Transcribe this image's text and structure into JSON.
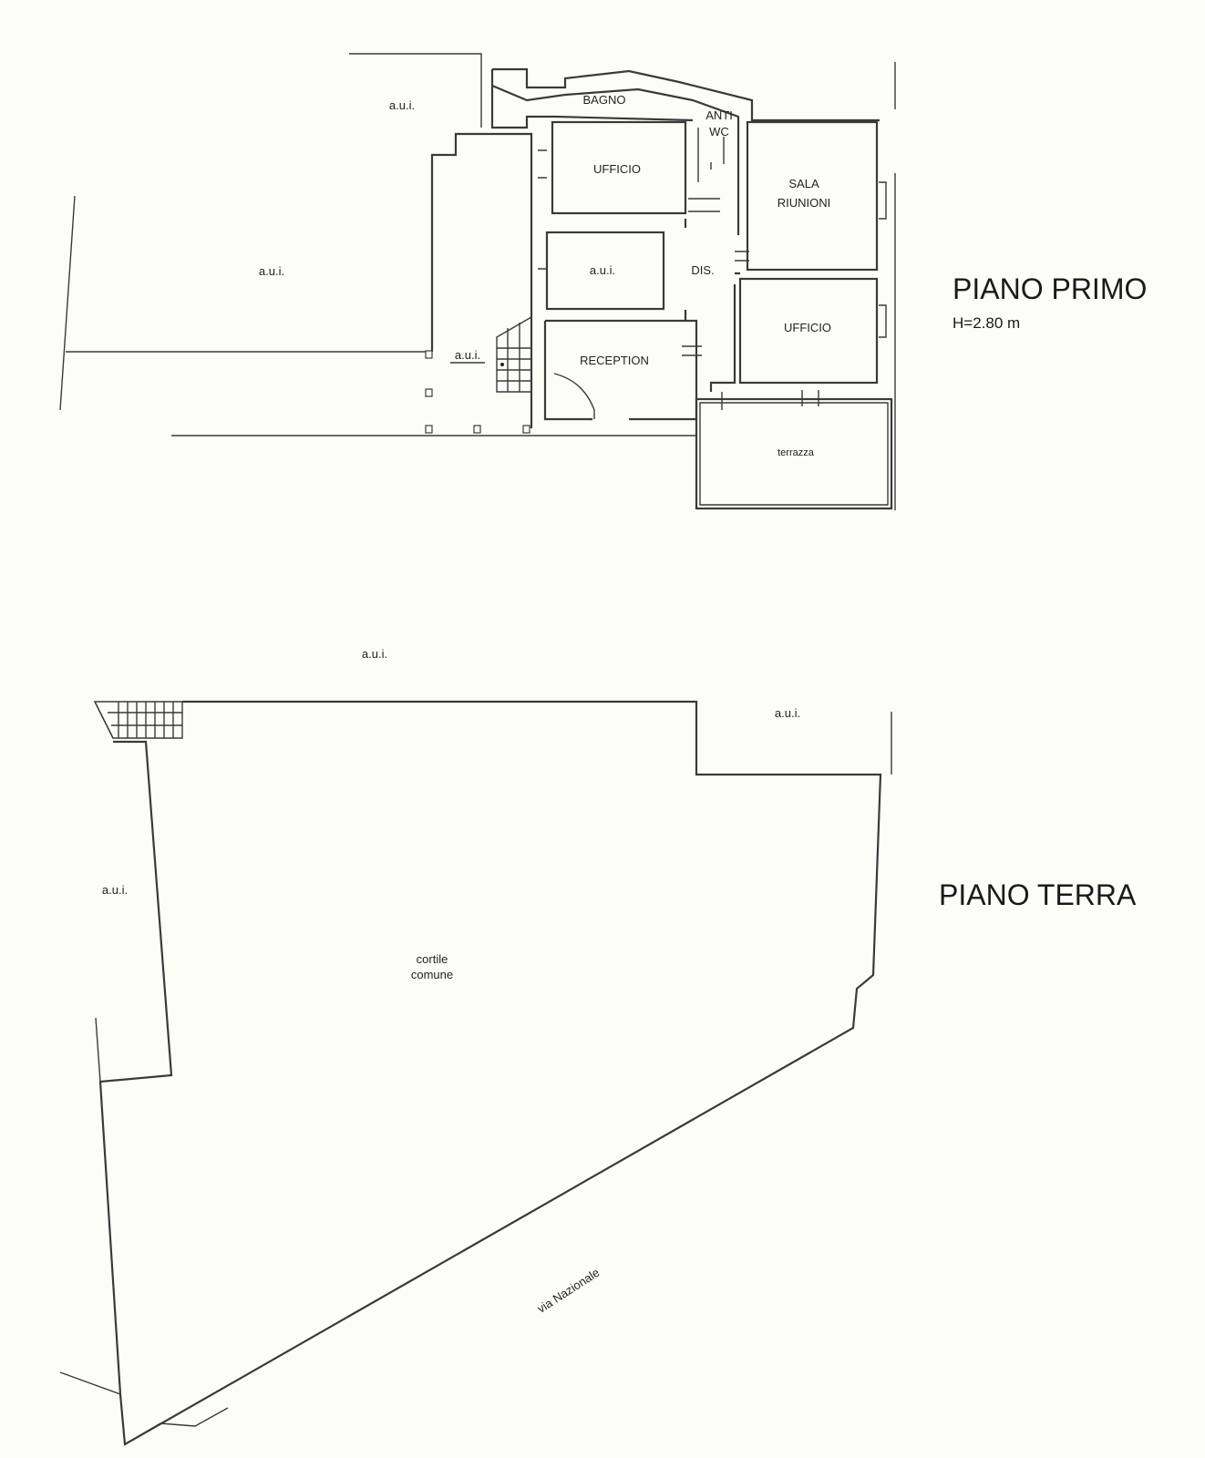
{
  "floors": {
    "first": {
      "title": "PIANO PRIMO",
      "height_note": "H=2.80 m",
      "rooms": {
        "bagno": "BAGNO",
        "anti": "ANTI",
        "wc": "WC",
        "ufficio_top": "UFFICIO",
        "sala_1": "SALA",
        "sala_2": "RIUNIONI",
        "aui_center": "a.u.i.",
        "dis": "DIS.",
        "ufficio_right": "UFFICIO",
        "reception": "RECEPTION",
        "terrazza": "terrazza",
        "aui_top": "a.u.i.",
        "aui_left": "a.u.i.",
        "aui_stair": "a.u.i."
      }
    },
    "ground": {
      "title": "PIANO TERRA",
      "labels": {
        "aui_top": "a.u.i.",
        "aui_right": "a.u.i.",
        "aui_left": "a.u.i.",
        "cortile_1": "cortile",
        "cortile_2": "comune",
        "street": "via Nazionale"
      }
    }
  }
}
